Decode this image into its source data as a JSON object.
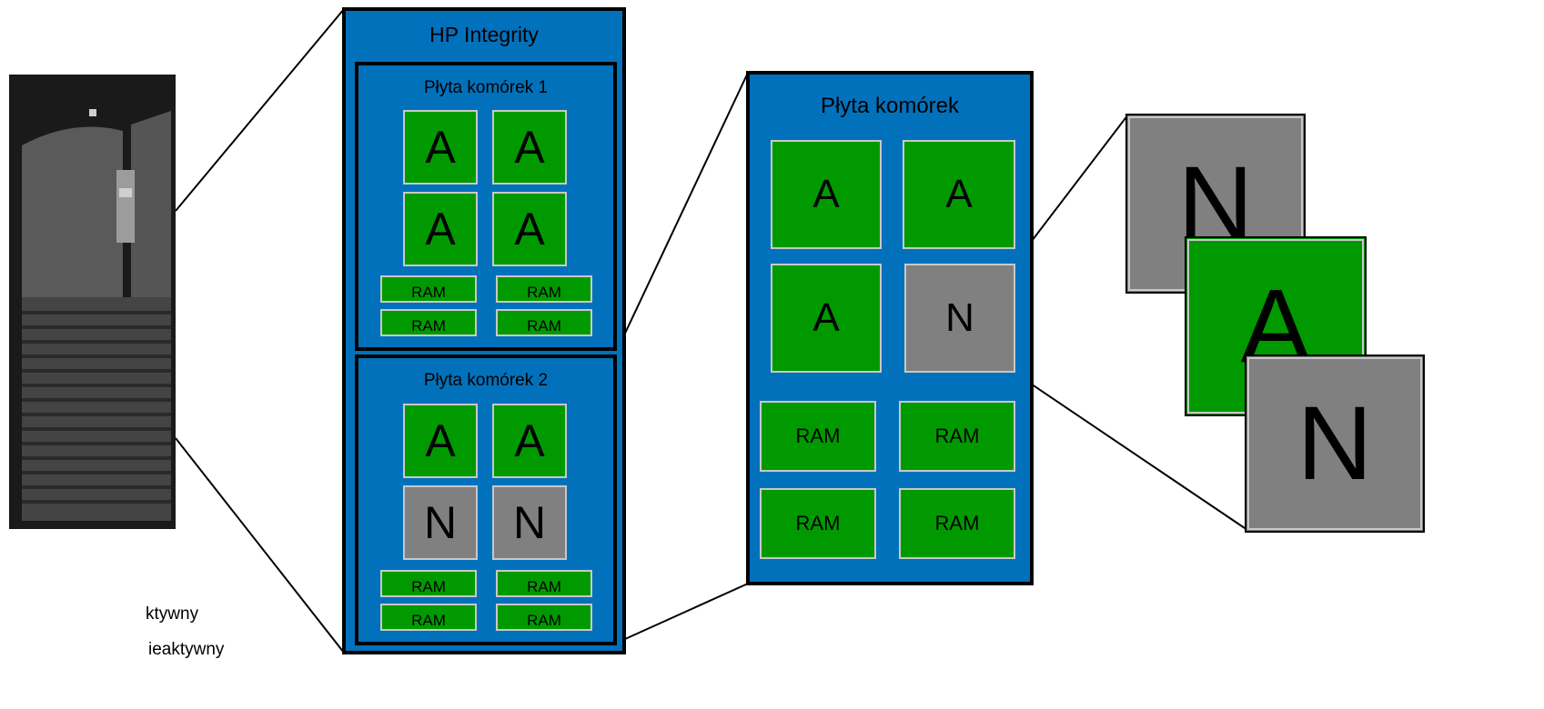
{
  "server_photo": {
    "description_icon": "server-cabinet-icon"
  },
  "integrity": {
    "title": "HP Integrity",
    "board1": {
      "title": "Płyta komórek 1",
      "cpus": [
        "A",
        "A",
        "A",
        "A"
      ],
      "ram": [
        "RAM",
        "RAM",
        "RAM",
        "RAM"
      ]
    },
    "board2": {
      "title": "Płyta komórek 2",
      "cpus": [
        "A",
        "A",
        "N",
        "N"
      ],
      "ram": [
        "RAM",
        "RAM",
        "RAM",
        "RAM"
      ]
    }
  },
  "detail_board": {
    "title": "Płyta komórek",
    "cpus": [
      "A",
      "A",
      "A",
      "N"
    ],
    "ram": [
      "RAM",
      "RAM",
      "RAM",
      "RAM"
    ]
  },
  "stack": [
    "N",
    "A",
    "N"
  ],
  "legend": [
    "ktywny",
    "ieaktywny"
  ],
  "colors": {
    "board_blue": "#0271bb",
    "active_green": "#009a00",
    "inactive_gray": "#808080"
  }
}
